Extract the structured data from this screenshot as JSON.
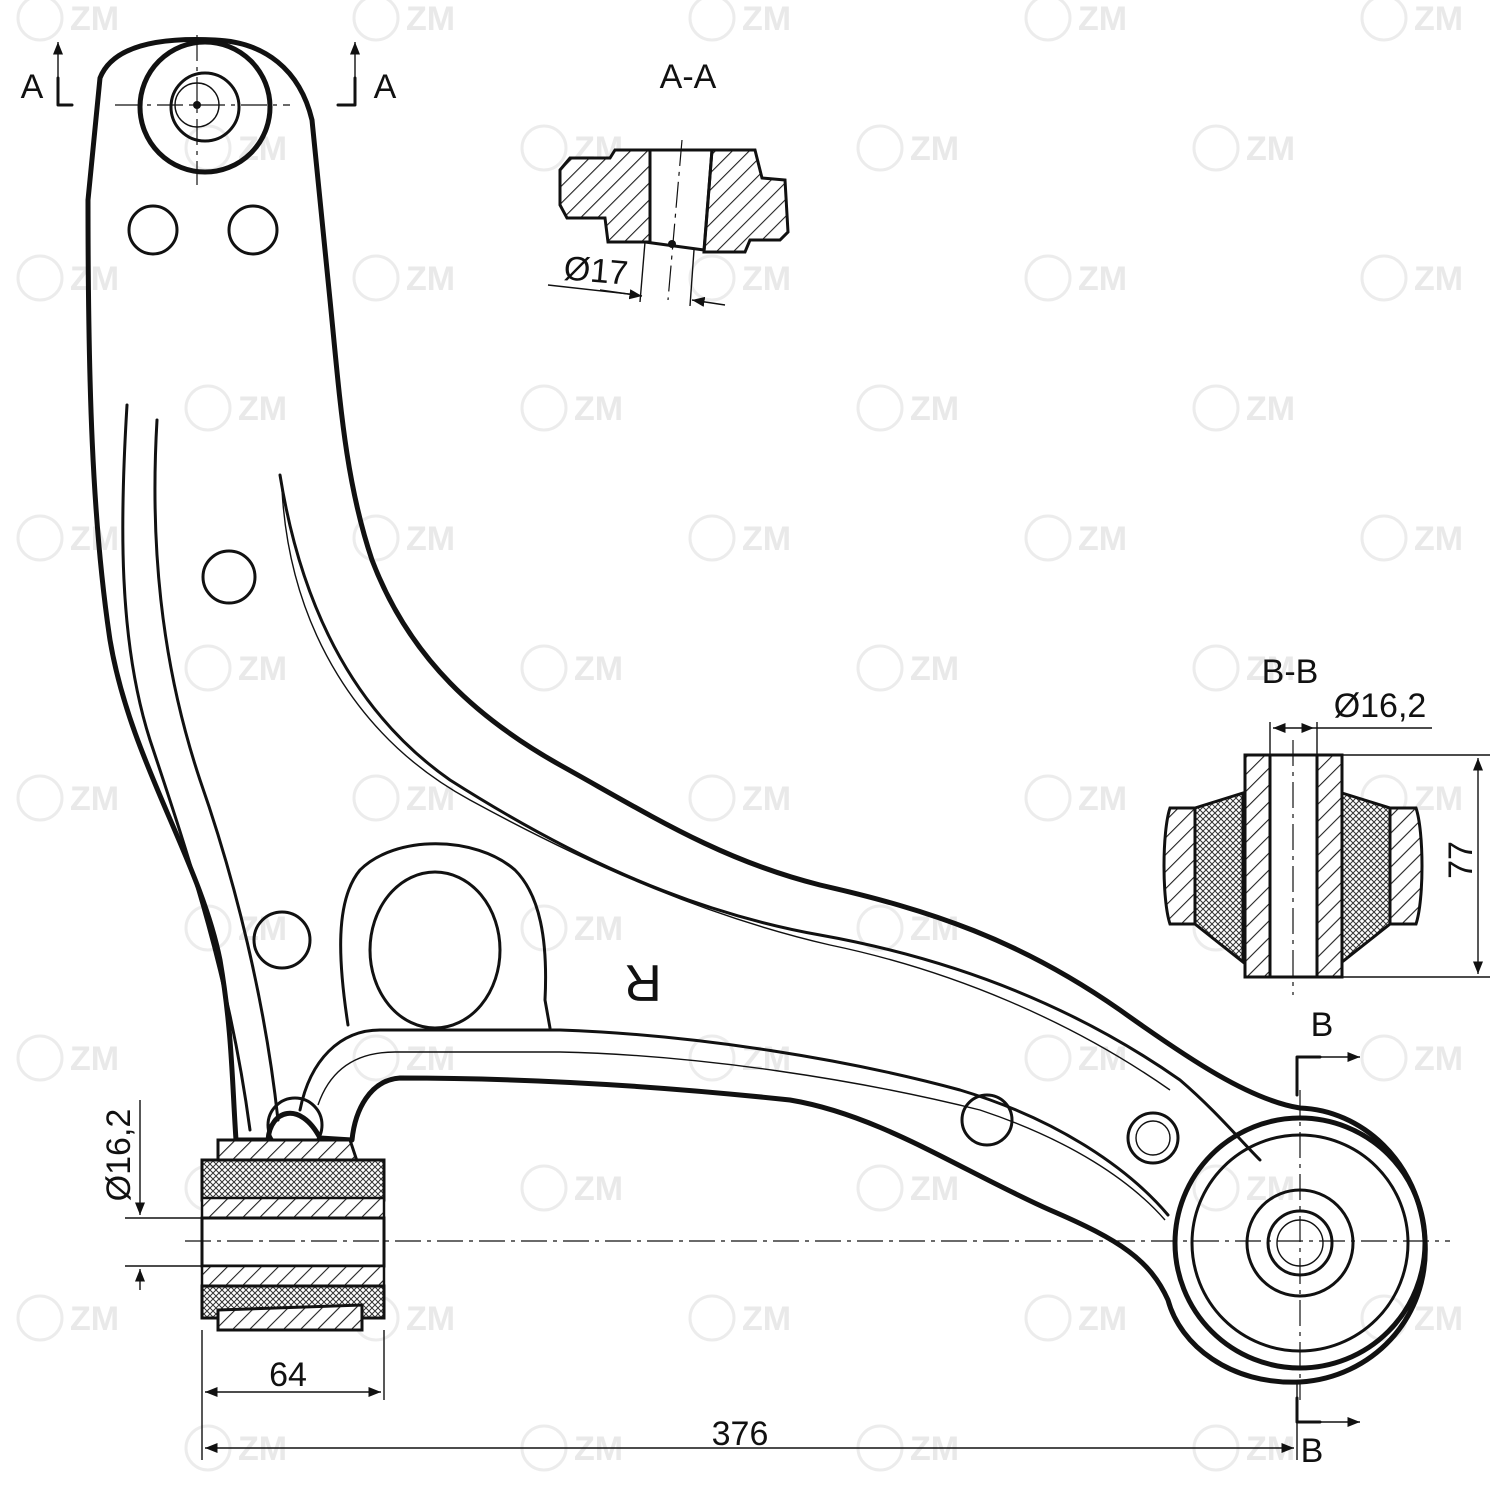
{
  "watermark": "ZM",
  "section_aa": {
    "title": "A-A",
    "marker_letter": "A",
    "diameter_label": "Ø17"
  },
  "section_bb": {
    "title": "B-B",
    "marker_letter": "B",
    "diameter_label": "Ø16,2",
    "height_label": "77"
  },
  "left_bushing": {
    "diameter_label": "Ø16,2",
    "width_label": "64"
  },
  "overall_length_label": "376",
  "side_mark": "R"
}
